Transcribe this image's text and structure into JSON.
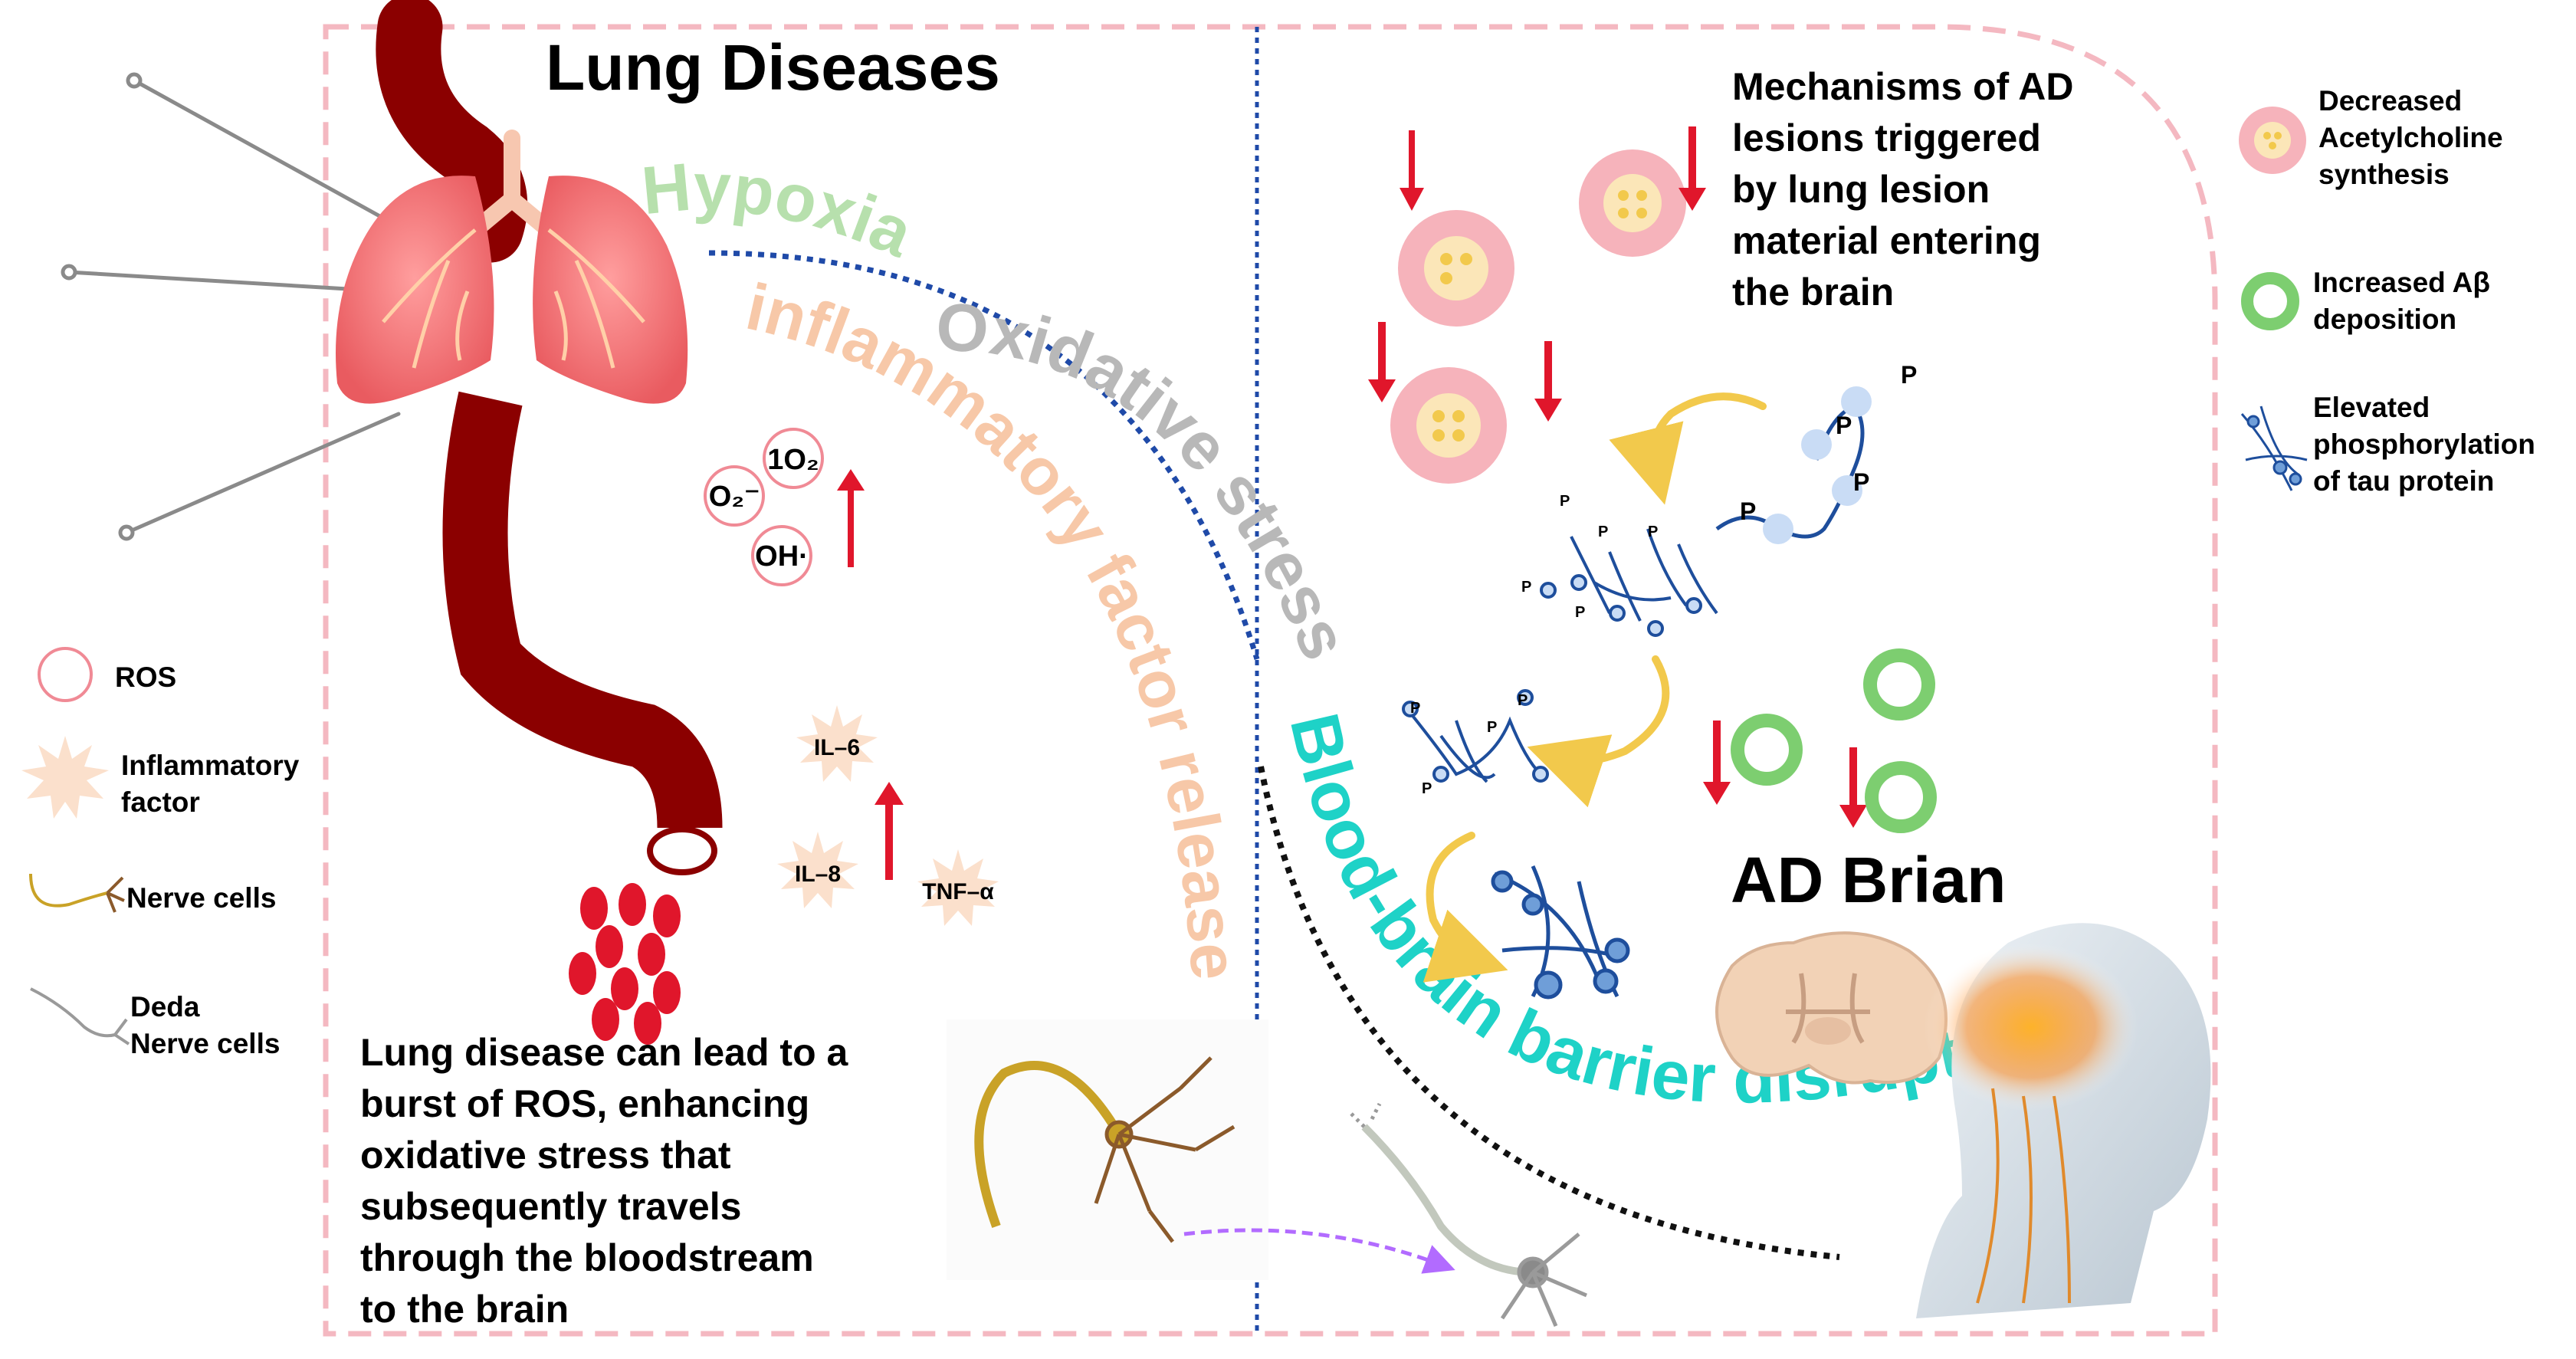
{
  "left_panel": {
    "title": "Lung Diseases",
    "summary_lines": [
      "Lung disease can lead to a",
      "burst of ROS, enhancing",
      "oxidative stress that",
      "subsequently travels",
      "through the bloodstream",
      "to the brain"
    ],
    "ros_species": [
      "1O₂",
      "O₂⁻",
      "OH·"
    ],
    "cytokines": [
      "IL–6",
      "IL–8",
      "TNF–α"
    ]
  },
  "arc_labels": {
    "hypoxia": "Hypoxia",
    "oxidative_stress": "Oxidative stress",
    "inflammatory": "inflammatory factor release",
    "bbb": "Blood-brain barrier disruption"
  },
  "right_panel": {
    "mechanism_lines": [
      "Mechanisms of AD",
      "lesions triggered",
      "by lung lesion",
      "material entering",
      "the brain"
    ],
    "brain_title": "AD Brian",
    "phospho_label": "P"
  },
  "legend_left": [
    {
      "icon": "ros-circle",
      "lines": [
        "ROS"
      ]
    },
    {
      "icon": "inflammatory-star",
      "lines": [
        "Inflammatory",
        "factor"
      ]
    },
    {
      "icon": "nerve-cell",
      "lines": [
        "Nerve cells"
      ]
    },
    {
      "icon": "dead-nerve-cell",
      "lines": [
        "Deda",
        "Nerve cells"
      ]
    }
  ],
  "legend_right": [
    {
      "icon": "acetylcholine-cell",
      "lines": [
        "Decreased",
        "Acetylcholine",
        "synthesis"
      ]
    },
    {
      "icon": "abeta-ring",
      "lines": [
        "Increased Aβ",
        "deposition"
      ]
    },
    {
      "icon": "tau-fiber",
      "lines": [
        "Elevated",
        "phosphorylation",
        "of tau protein"
      ]
    }
  ],
  "colors": {
    "border": "#f4b8c1",
    "blood": "#8b0000",
    "arrow_red": "#e0162b",
    "hypoxia": "#b7e0ad",
    "oxidative": "#b8b8b8",
    "inflammatory": "#f7c8a8",
    "bbb": "#1ed2c7",
    "abeta": "#7dce70",
    "ach_outer": "#f6b3bb",
    "ach_inner": "#fbe6b8",
    "tau": "#1e4e9c",
    "phospho_bead": "#c9dcf5",
    "swirl": "#f2c94c"
  }
}
